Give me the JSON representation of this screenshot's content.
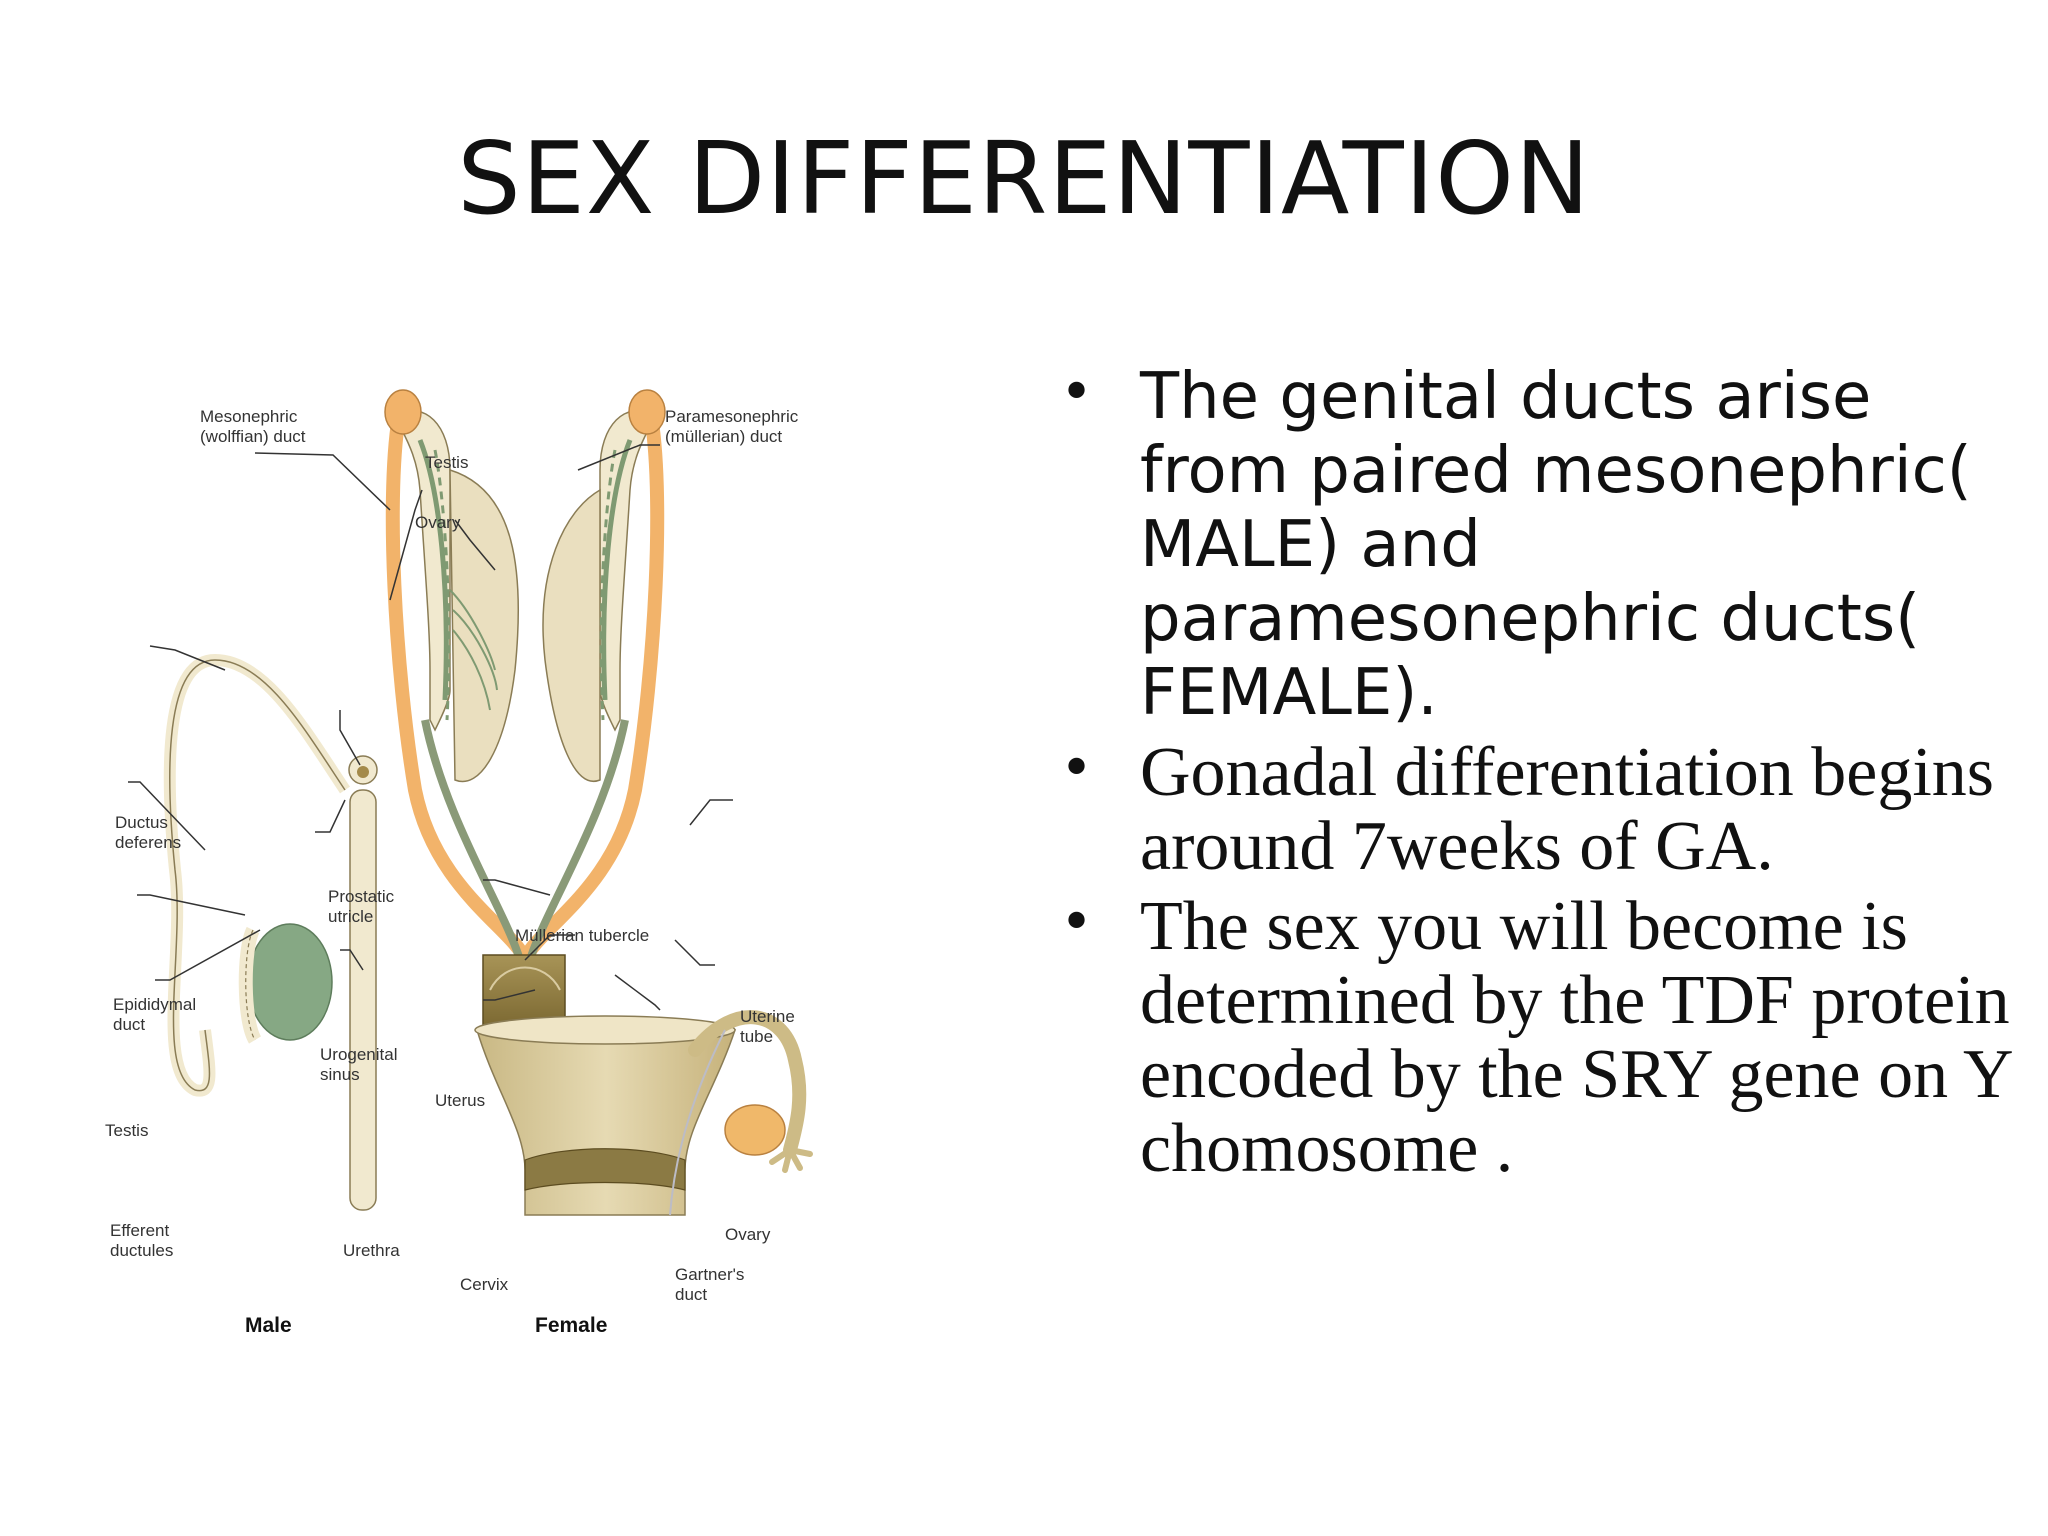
{
  "slide": {
    "title": "SEX DIFFERENTIATION"
  },
  "bullets": [
    {
      "text": "The genital ducts arise from paired mesonephric( MALE) and paramesonephric ducts( FEMALE)."
    },
    {
      "text": "Gonadal differentiation begins around 7weeks of GA."
    },
    {
      "text": "The sex you will become is determined by the TDF protein encoded by the SRY gene on Y chomosome ."
    }
  ],
  "diagram": {
    "labels": {
      "mesonephric_1": "Mesonephric",
      "mesonephric_2": "(wolffian) duct",
      "testis_top": "Testis",
      "ovary_top": "Ovary",
      "paramesonephric_1": "Paramesonephric",
      "paramesonephric_2": "(müllerian) duct",
      "ductus_1": "Ductus",
      "ductus_2": "deferens",
      "prostatic_1": "Prostatic",
      "prostatic_2": "utricle",
      "mullerian_tubercle": "Müllerian tubercle",
      "epididymal_1": "Epididymal",
      "epididymal_2": "duct",
      "urogenital_1": "Urogenital",
      "urogenital_2": "sinus",
      "uterine_1": "Uterine",
      "uterine_2": "tube",
      "uterus": "Uterus",
      "testis_bottom": "Testis",
      "efferent_1": "Efferent",
      "efferent_2": "ductules",
      "urethra": "Urethra",
      "ovary_bottom": "Ovary",
      "gartners_1": "Gartner's",
      "gartners_2": "duct",
      "cervix": "Cervix",
      "male": "Male",
      "female": "Female"
    },
    "colors": {
      "mesonephric": "#8a9a78",
      "paramesonephric": "#f2b36a",
      "tissue": "#f1e9cf",
      "sinus": "#8b7a44",
      "testis": "#86a884",
      "ovary": "#f0b86a",
      "uterus": "#d8c99a"
    }
  }
}
